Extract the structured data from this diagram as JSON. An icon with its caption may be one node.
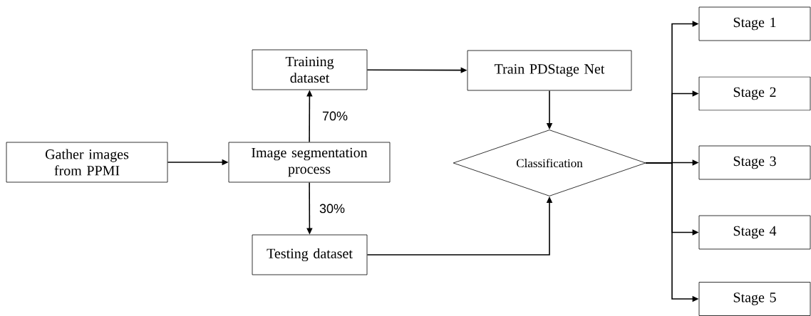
{
  "diagram": {
    "nodes": [
      {
        "text": [
          "Gather images from PPMI"
        ]
      },
      {
        "text": [
          "Image segmentation process"
        ]
      },
      {
        "text": [
          "Training dataset"
        ]
      },
      {
        "text": [
          "Testing dataset"
        ]
      },
      {
        "text": [
          "Train PDStage Net"
        ]
      },
      {
        "text": [
          "Classification"
        ]
      },
      {
        "text": [
          "Stage 1"
        ]
      },
      {
        "text": [
          "Stage 2"
        ]
      },
      {
        "text": [
          "Stage 3"
        ]
      },
      {
        "text": [
          "Stage 4"
        ]
      },
      {
        "text": [
          "Stage 5"
        ]
      }
    ],
    "edges": [
      {
        "from": 0,
        "to": 1,
        "arrow": "to"
      },
      {
        "from": 1,
        "to": 2,
        "arrow": "to",
        "label": "70%"
      },
      {
        "from": 1,
        "to": 3,
        "arrow": "to",
        "label": "30%"
      },
      {
        "from": 2,
        "to": 4,
        "arrow": "to"
      },
      {
        "from": 4,
        "to": 5,
        "arrow": "to"
      },
      {
        "from": 3,
        "to": 5,
        "arrow": "to"
      },
      {
        "from": 5,
        "to": 6,
        "arrow": "to"
      },
      {
        "from": 5,
        "to": 7,
        "arrow": "to"
      },
      {
        "from": 5,
        "to": 8,
        "arrow": "to"
      },
      {
        "from": 5,
        "to": 9,
        "arrow": "to"
      },
      {
        "from": 5,
        "to": 10,
        "arrow": "to"
      }
    ]
  }
}
